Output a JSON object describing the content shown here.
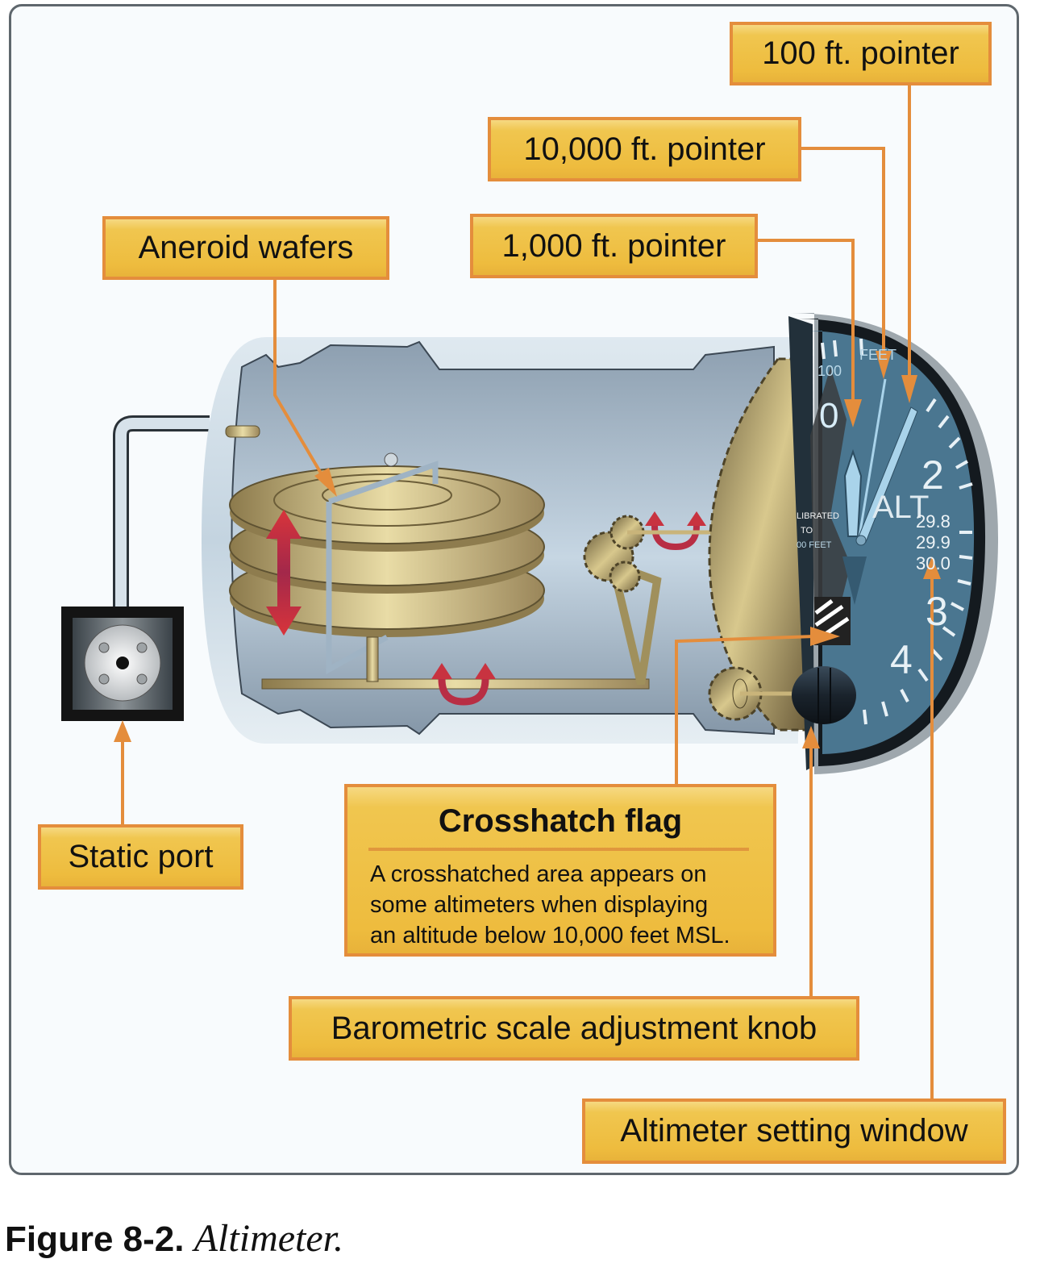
{
  "figure": {
    "number_label": "Figure 8-2.",
    "title": "Altimeter."
  },
  "labels": {
    "pointer_100": "100 ft. pointer",
    "pointer_10000": "10,000 ft. pointer",
    "pointer_1000": "1,000 ft. pointer",
    "aneroid_wafers": "Aneroid wafers",
    "static_port": "Static port",
    "baro_knob": "Barometric scale adjustment knob",
    "setting_window": "Altimeter setting window"
  },
  "callout": {
    "title": "Crosshatch flag",
    "lines": [
      "A crosshatched area appears on",
      "some altimeters when displaying",
      "an altitude below 10,000 feet MSL."
    ]
  },
  "dial": {
    "numerals": [
      "0",
      "2",
      "3",
      "4"
    ],
    "alt_text": "ALT",
    "feet_text": "FEET",
    "hundred_text": "100",
    "calibrated_lines": [
      "LIBRATED",
      "TO",
      "00 FEET"
    ],
    "baro_values": [
      "29.8",
      "29.9",
      "30.0"
    ]
  },
  "colors": {
    "label_fill": "#eebc3e",
    "label_border": "#e48d3c",
    "leader_line": "#e48d3c",
    "dial_face": "#4a7690",
    "brass": "#c9b47a",
    "motion_arrow": "#c8343c",
    "panel_border": "#5f676d"
  }
}
